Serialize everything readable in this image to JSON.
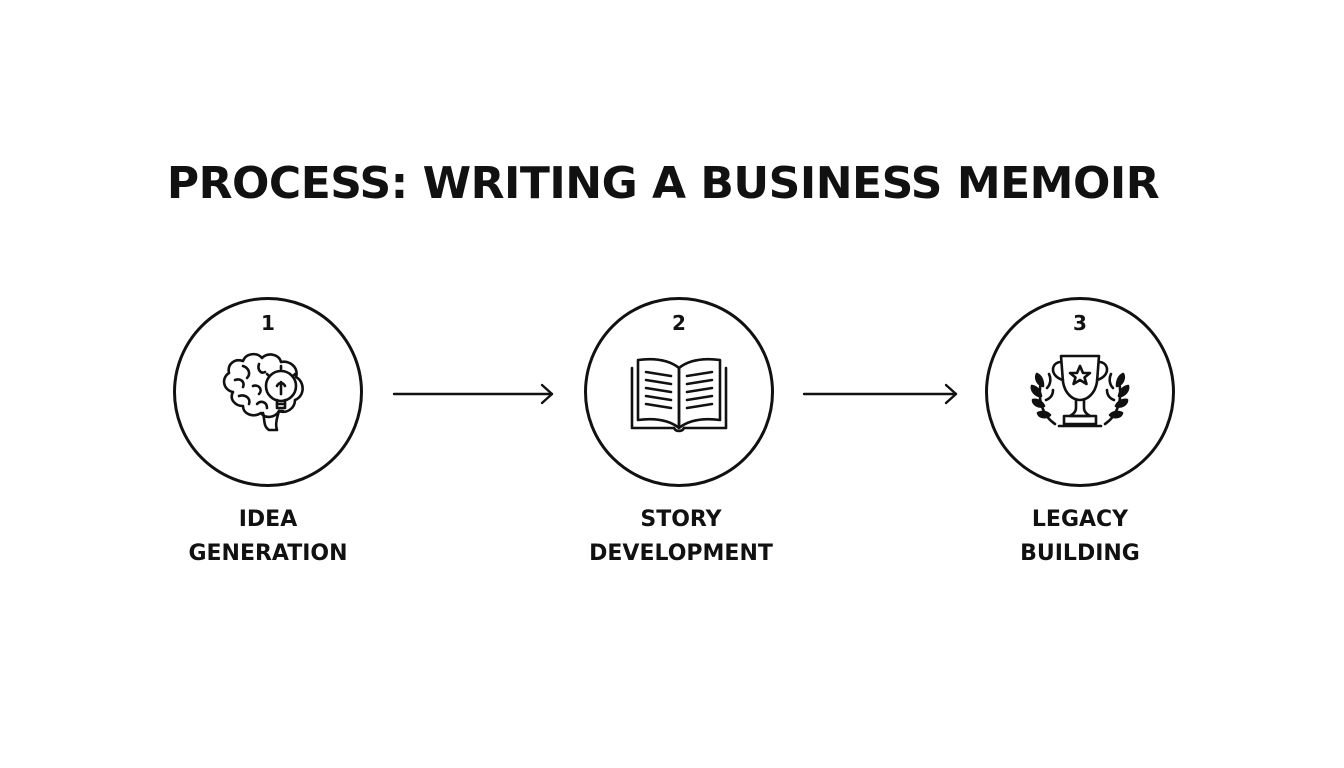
{
  "title": "PROCESS: WRITING A BUSINESS MEMOIR",
  "steps": [
    {
      "number": "1",
      "label_line1": "IDEA",
      "label_line2": "GENERATION",
      "icon": "brain-lightbulb-icon"
    },
    {
      "number": "2",
      "label_line1": "STORY",
      "label_line2": "DEVELOPMENT",
      "icon": "open-book-icon"
    },
    {
      "number": "3",
      "label_line1": "LEGACY",
      "label_line2": "BUILDING",
      "icon": "trophy-laurel-icon"
    }
  ],
  "colors": {
    "ink": "#111111",
    "background": "#ffffff"
  }
}
